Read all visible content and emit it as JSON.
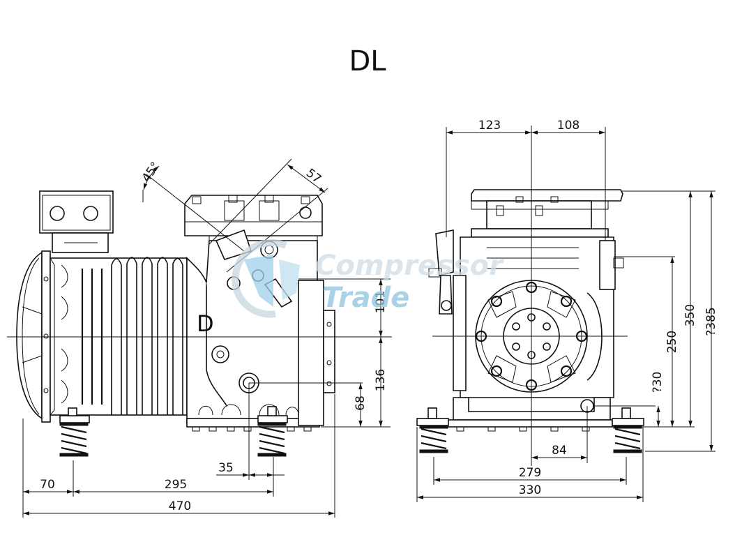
{
  "title": "DL",
  "watermark": {
    "line1": "Compressor",
    "line2": "Trade"
  },
  "side_view": {
    "letter": "D",
    "angle": "45°",
    "dims": {
      "d57": "57",
      "d101": "101",
      "d136": "136",
      "d68": "68",
      "d35": "35",
      "d70": "70",
      "d295": "295",
      "d470": "470"
    }
  },
  "front_view": {
    "dims": {
      "d123": "123",
      "d108": "108",
      "d350": "350",
      "d385": "?385",
      "d250": "250",
      "d30": "?30",
      "d84": "84",
      "d279": "279",
      "d330": "330"
    }
  }
}
